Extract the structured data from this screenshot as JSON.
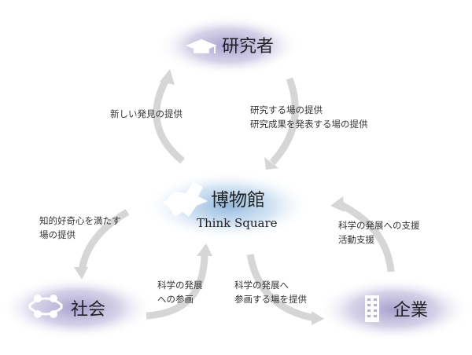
{
  "nodes": {
    "researcher": {
      "label": "研究者",
      "icon": "graduation-cap-icon"
    },
    "museum": {
      "label": "博物館",
      "sublabel": "Think Square",
      "icon": "dinosaur-icon"
    },
    "society": {
      "label": "社会",
      "icon": "people-circle-icon"
    },
    "company": {
      "label": "企業",
      "icon": "building-icon"
    }
  },
  "edges": {
    "museum_to_researcher": "新しい発見の提供",
    "researcher_to_museum": [
      "研究する場の提供",
      "研究成果を発表する場の提供"
    ],
    "museum_to_society": [
      "知的好奇心を満たす",
      "場の提供"
    ],
    "society_to_museum": [
      "科学の発展",
      "への参画"
    ],
    "museum_to_company": [
      "科学の発展へ",
      "参画する場を提供"
    ],
    "company_to_museum": [
      "科学の発展への支援",
      "活動支援"
    ]
  },
  "colors": {
    "node_glow": "#b9b2d6",
    "museum_glow": "#8fb8de",
    "arrow": "#d3d3d3",
    "icon": "#ffffff"
  }
}
